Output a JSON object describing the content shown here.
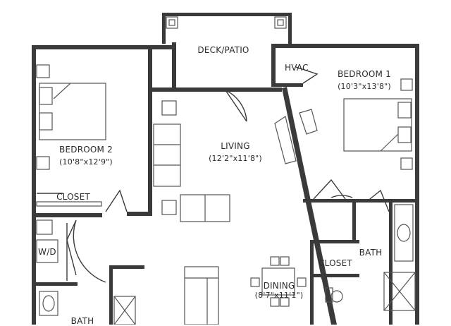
{
  "rooms": {
    "deck": {
      "name": "DECK/PATIO"
    },
    "hvac": {
      "name": "HVAC"
    },
    "bedroom1": {
      "name": "BEDROOM 1",
      "size": "(10'3\"x13'8\")"
    },
    "bedroom2": {
      "name": "BEDROOM 2",
      "size": "(10'8\"x12'9\")"
    },
    "living": {
      "name": "LIVING",
      "size": "(12'2\"x11'8\")"
    },
    "closet2": {
      "name": "CLOSET"
    },
    "closet1": {
      "name": "CLOSET"
    },
    "bath1": {
      "name": "BATH"
    },
    "bath2": {
      "name": "BATH"
    },
    "wd": {
      "name": "W/D"
    },
    "dining": {
      "name": "DINING",
      "size": "(8'7\"x11'1\")"
    }
  }
}
